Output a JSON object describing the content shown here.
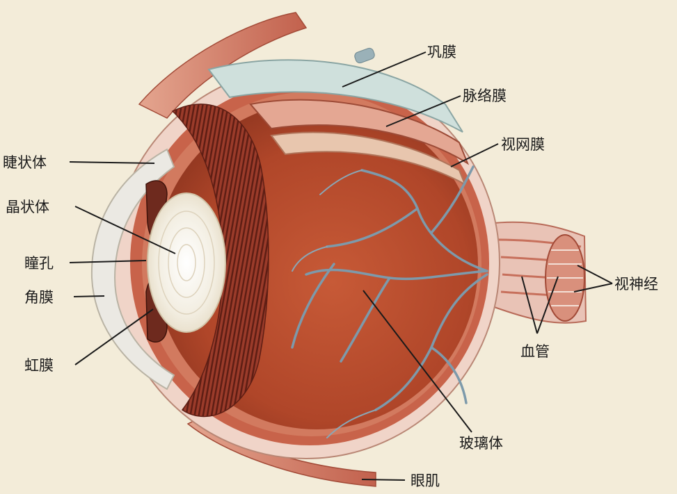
{
  "labels": {
    "sclera": "巩膜",
    "choroid": "脉络膜",
    "retina": "视网膜",
    "ciliary_body": "睫状体",
    "lens": "晶状体",
    "pupil": "瞳孔",
    "cornea": "角膜",
    "iris": "虹膜",
    "optic_nerve": "视神经",
    "blood_vessels": "血管",
    "vitreous_body": "玻璃体",
    "eye_muscle": "眼肌"
  },
  "colors": {
    "background": "#f3ecd9",
    "vitreous": "#b84a2c",
    "sclera": "#d2e2df",
    "choroid": "#c8634a",
    "ciliary": "#8b3426",
    "lens": "#f2ede0",
    "vessel": "#7d9aab",
    "muscle": "#c2614d"
  }
}
